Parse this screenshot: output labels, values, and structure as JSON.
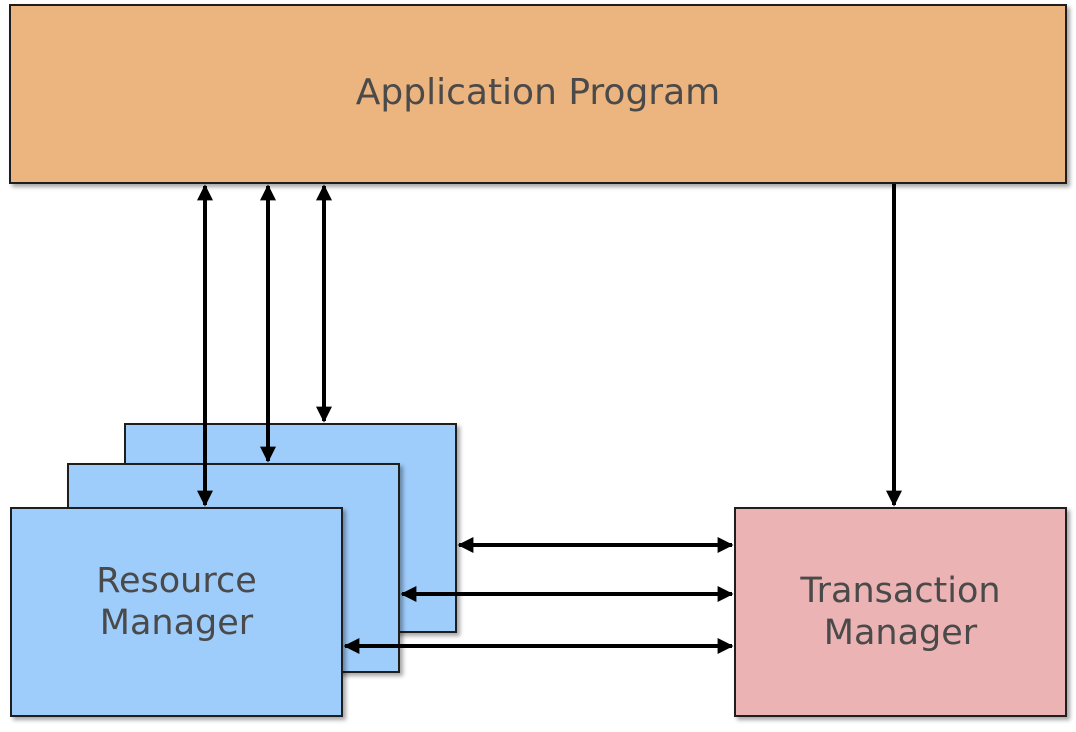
{
  "diagram": {
    "application_program": {
      "label": "Application Program",
      "color": "#ecb47e"
    },
    "resource_manager": {
      "label": "Resource\nManager",
      "color": "#9fcdfb"
    },
    "transaction_manager": {
      "label": "Transaction\nManager",
      "color": "#ebb3b3"
    }
  }
}
